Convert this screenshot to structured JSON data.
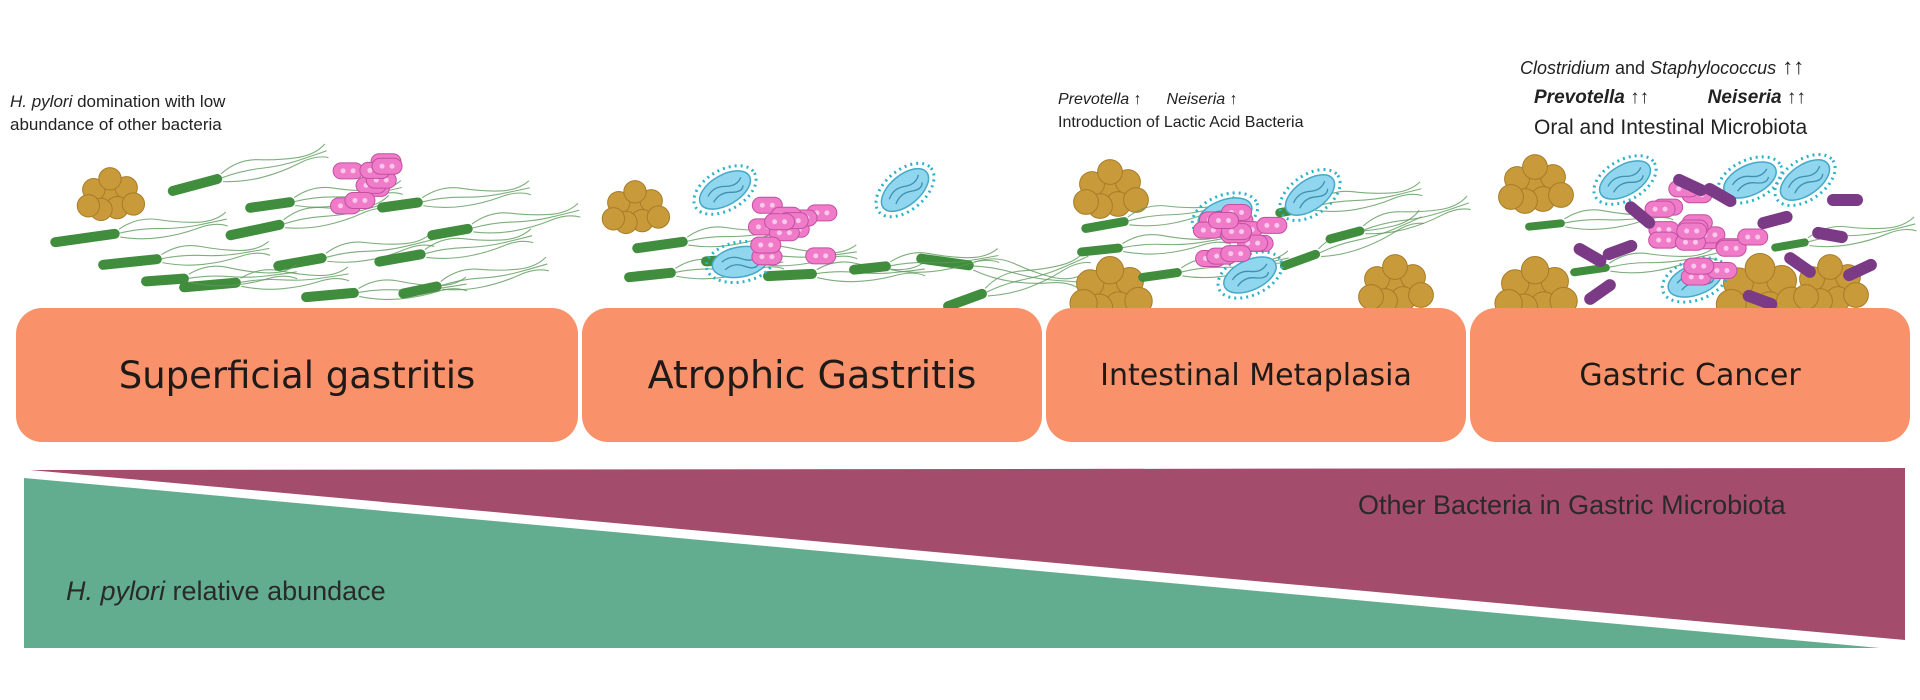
{
  "stages": [
    {
      "label": "Superficial gastritis"
    },
    {
      "label": "Atrophic Gastritis"
    },
    {
      "label": "Intestinal Metaplasia"
    },
    {
      "label": "Gastric Cancer"
    }
  ],
  "notes": {
    "stage1": {
      "italic": "H. pylori",
      "line1_rest": " domination with low",
      "line2": "abundance of other bacteria"
    },
    "stage3": {
      "bacterium1": "Prevotella",
      "arrow1": " ↑",
      "bacterium2": "Neiseria",
      "arrow2": " ↑",
      "line2": "Introduction of Lactic Acid Bacteria"
    },
    "stage4": {
      "bacterium_a": "Clostridium",
      "and": " and ",
      "bacterium_b": "Staphylococcus",
      "arrows_ab": " ↑↑",
      "bacterium1": "Prevotella",
      "arrow1": " ↑↑",
      "bacterium2": "Neiseria",
      "arrow2": " ↑↑",
      "line3": "Oral and Intestinal Microbiota"
    }
  },
  "gradient": {
    "top_label": "Other Bacteria in Gastric Microbiota",
    "bottom_italic": "H. pylori",
    "bottom_rest": " relative abundace",
    "colors": {
      "other_bacteria": "#a44c6b",
      "h_pylori": "#62ad8f"
    }
  },
  "colors": {
    "stage_box": "#f9926a",
    "h_pylori_rod": "#3f8d3d",
    "flagella": "#5e9a5b",
    "cocci": "#c89a3a",
    "lactic_bacteria": "#f07cc9",
    "prevotella_like": "#8fd6ee",
    "clostridium_like": "#7a3a85"
  }
}
